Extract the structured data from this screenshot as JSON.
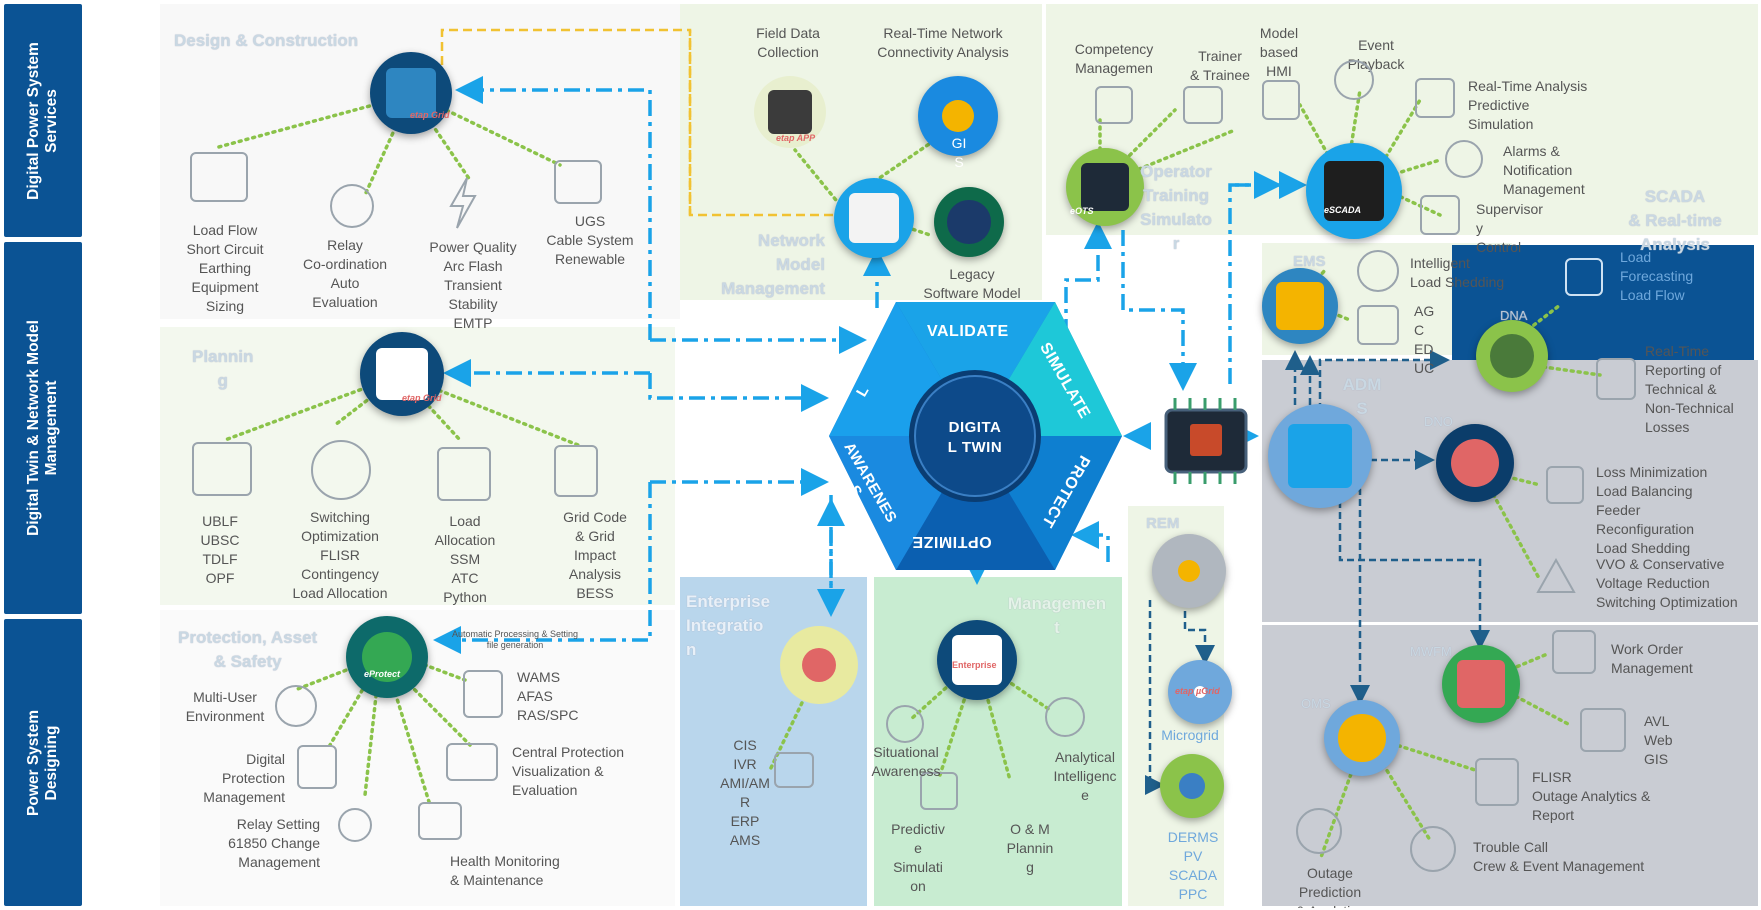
{
  "sidebar": {
    "tab1": "Digital Power System\nServices",
    "tab2": "Digital Twin & Network Model\nManagement",
    "tab3": "Power System\nDesigning"
  },
  "center": {
    "hub": "DIGITA\nL TWIN",
    "validate": "VALIDATE",
    "simulate": "SIMULATE",
    "protect": "PROTECT",
    "optimize": "OPTIMIZE",
    "awareness": "AWARENES\nS",
    "model": "MODE\nL"
  },
  "design": {
    "title": "Design & Construction",
    "hub_badge": "etap Grid",
    "items": [
      "Load Flow\nShort Circuit\nEarthing\nEquipment\nSizing",
      "Relay\nCo-ordination\nAuto\nEvaluation",
      "Power Quality\nArc Flash\nTransient\nStability\nEMTP",
      "UGS\nCable System\nRenewable"
    ]
  },
  "planning": {
    "title": "Plannin\ng",
    "hub_badge": "etap Grid",
    "items": [
      "UBLF\nUBSC\nTDLF\nOPF",
      "Switching\nOptimization\nFLISR\nContingency\nLoad Allocation",
      "Load\nAllocation\nSSM\nATC\nPython",
      "Grid Code\n& Grid\nImpact\nAnalysis\nBESS"
    ]
  },
  "protection": {
    "title": "Protection, Asset\n& Safety",
    "hub_badge": "eProtect",
    "note": "Automatic Processing & Setting\nfile generation",
    "items": [
      "Multi-User\nEnvironment",
      "Digital\nProtection\nManagement",
      "Relay Setting\n61850 Change\nManagement",
      "Health Monitoring\n& Maintenance",
      "Central Protection\nVisualization &\nEvaluation",
      "WAMS\nAFAS\nRAS/SPC"
    ]
  },
  "network": {
    "title": "Network\nModel\nManagement",
    "field": "Field Data\nCollection",
    "field_badge": "etap APP",
    "rtnca": "Real-Time Network\nConnectivity Analysis",
    "gis": "GI\nS",
    "legacy": "Legacy\nSoftware Model"
  },
  "ots": {
    "title": "Operator\nTraining\nSimulato\nr",
    "badge": "eOTS",
    "items": [
      "Competency\nManagemen",
      "Trainer\n& Trainee",
      "Model\nbased\nHMI",
      "Event\nPlayback"
    ]
  },
  "scada": {
    "title": "SCADA\n& Real-time\nAnalysis",
    "badge": "eSCADA",
    "items": [
      "Real-Time Analysis\nPredictive\nSimulation",
      "Alarms &\nNotification\nManagement",
      "Supervisor\ny\nControl"
    ]
  },
  "ems": {
    "title": "EMS",
    "items": [
      "Intelligent\nLoad Shedding",
      "AG\nC\nED\nUC"
    ]
  },
  "dna": {
    "title": "DNA",
    "items": [
      "Load\nForecasting\nLoad Flow",
      "Real-Time\nReporting of\nTechnical &\nNon-Technical\nLosses"
    ]
  },
  "adms": {
    "title": "ADM\nS"
  },
  "dno": {
    "title": "DNO",
    "items": [
      "Loss Minimization\nLoad Balancing\nFeeder\nReconfiguration\nLoad Shedding",
      "VVO & Conservative\nVoltage Reduction\nSwitching Optimization"
    ]
  },
  "mwfm": {
    "title": "MWFM",
    "items": [
      "Work Order\nManagement",
      "AVL\nWeb\nGIS"
    ]
  },
  "oms": {
    "title": "OMS",
    "items": [
      "FLISR\nOutage Analytics &\nReport",
      "Trouble Call\nCrew & Event Management",
      "Outage\nPrediction\n& Analytics"
    ]
  },
  "rem": {
    "title": "REM",
    "badge": "etap µGrid",
    "microgrid": "Microgrid",
    "derms": "DERMS\nPV\nSCADA\nPPC"
  },
  "enterprise": {
    "title": "Enterprise\nIntegratio\nn",
    "items": "CIS\nIVR\nAMI/AM\nR\nERP\nAMS"
  },
  "management": {
    "title": "Managemen\nt",
    "badge": "Enterprise",
    "items": [
      "Situational\nAwareness",
      "Analytical\nIntelligenc\ne",
      "Predictiv\ne\nSimulati\non",
      "O & M\nPlannin\ng"
    ]
  },
  "colors": {
    "navy": "#0b5394",
    "cyan": "#1aa3e8",
    "green_dots": "#8bc34a",
    "yellow_dash": "#f1c232",
    "dark_blue_dash": "#1f5f8b"
  }
}
